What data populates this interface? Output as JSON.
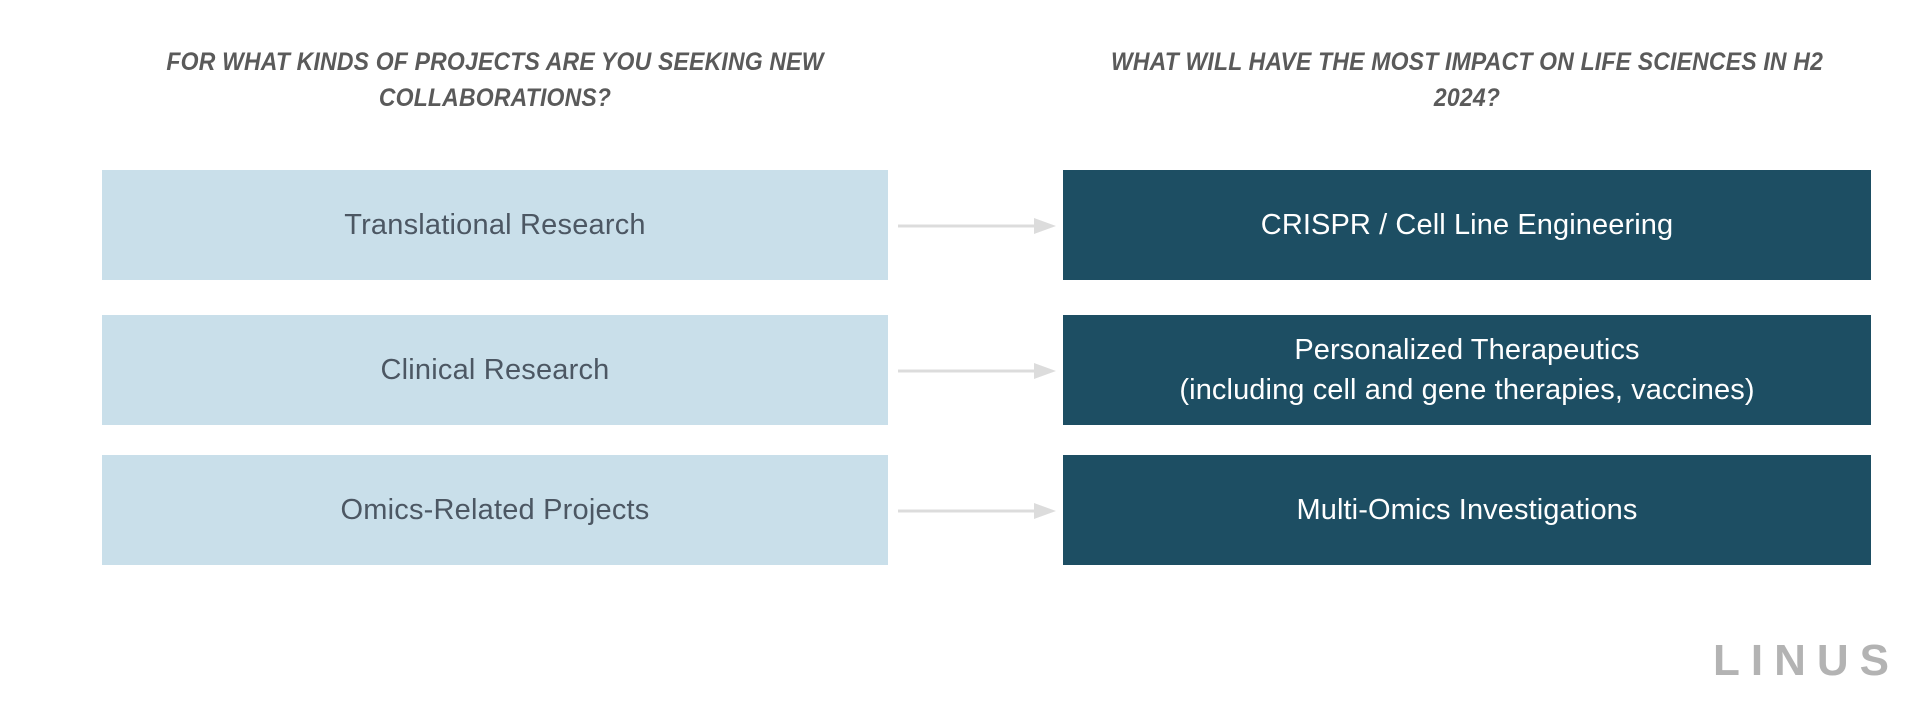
{
  "columns": {
    "left": {
      "heading": "FOR WHAT KINDS OF PROJECTS ARE YOU SEEKING NEW COLLABORATIONS?",
      "box_fill": "#c9dfea",
      "text_color": "#4c5763",
      "items": [
        {
          "label": "Translational Research"
        },
        {
          "label": "Clinical Research"
        },
        {
          "label": "Omics-Related Projects"
        }
      ]
    },
    "right": {
      "heading": "WHAT WILL HAVE THE MOST IMPACT ON LIFE SCIENCES IN H2 2024?",
      "box_fill": "#1d4e63",
      "text_color": "#ffffff",
      "items": [
        {
          "label": "CRISPR / Cell Line Engineering",
          "label_line2": ""
        },
        {
          "label": "Personalized Therapeutics",
          "label_line2": "(including cell and gene therapies, vaccines)"
        },
        {
          "label": "Multi-Omics Investigations",
          "label_line2": ""
        }
      ]
    }
  },
  "connectors": [
    {
      "icon": "arrow-right-icon",
      "color": "#dcdcdc"
    },
    {
      "icon": "arrow-right-icon",
      "color": "#dcdcdc"
    },
    {
      "icon": "arrow-right-icon",
      "color": "#dcdcdc"
    }
  ],
  "branding": {
    "wordmark": "LINUS",
    "wordmark_color": "#b3b3b3"
  },
  "heading_color": "#5a5a5a",
  "background": "#ffffff"
}
